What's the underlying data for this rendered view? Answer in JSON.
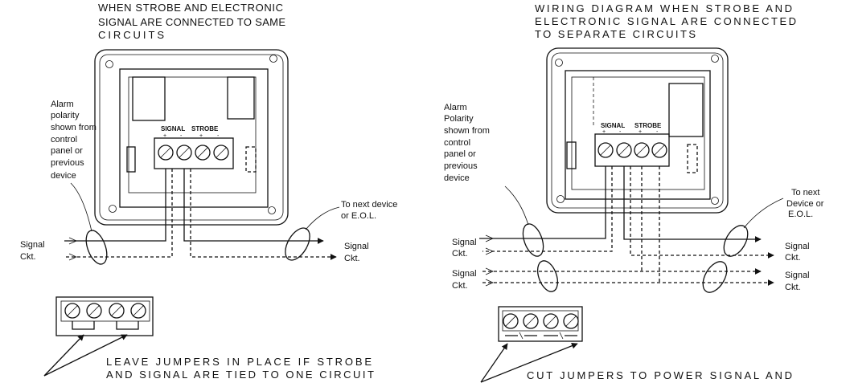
{
  "left": {
    "title": [
      "WHEN STROBE AND ELECTRONIC",
      "SIGNAL ARE CONNECTED TO SAME",
      "CIRCUITS"
    ],
    "polarity_note": [
      "Alarm",
      "polarity",
      "shown from",
      "control",
      "panel or",
      "previous",
      "device"
    ],
    "signal_label": "SIGNAL",
    "strobe_label": "STROBE",
    "next_device": [
      "To next device",
      "or E.O.L."
    ],
    "signal_ckt_in": [
      "Signal",
      "Ckt."
    ],
    "signal_ckt_out": [
      "Signal",
      "Ckt."
    ],
    "jumper_note": [
      "LEAVE JUMPERS IN PLACE IF STROBE",
      "AND SIGNAL ARE TIED TO ONE CIRCUIT"
    ]
  },
  "right": {
    "title": [
      "WIRING DIAGRAM WHEN STROBE AND",
      "ELECTRONIC SIGNAL ARE CONNECTED",
      "TO SEPARATE CIRCUITS"
    ],
    "polarity_note": [
      "Alarm",
      "Polarity",
      "shown from",
      "control",
      "panel or",
      "previous",
      "device"
    ],
    "signal_label": "SIGNAL",
    "strobe_label": "STROBE",
    "next_device": [
      "To next",
      "Device or",
      "E.O.L."
    ],
    "signal_ckt_in_upper": [
      "Signal",
      "Ckt."
    ],
    "signal_ckt_in_lower": [
      "Signal",
      "Ckt."
    ],
    "signal_ckt_out_upper": [
      "Signal",
      "Ckt."
    ],
    "signal_ckt_out_lower": [
      "Signal",
      "Ckt."
    ],
    "jumper_note": [
      "CUT JUMPERS TO POWER SIGNAL AND"
    ]
  },
  "polarity_marks": {
    "plus": "+",
    "minus": "-"
  },
  "colors": {
    "ink": "#111111",
    "paper": "#ffffff"
  }
}
